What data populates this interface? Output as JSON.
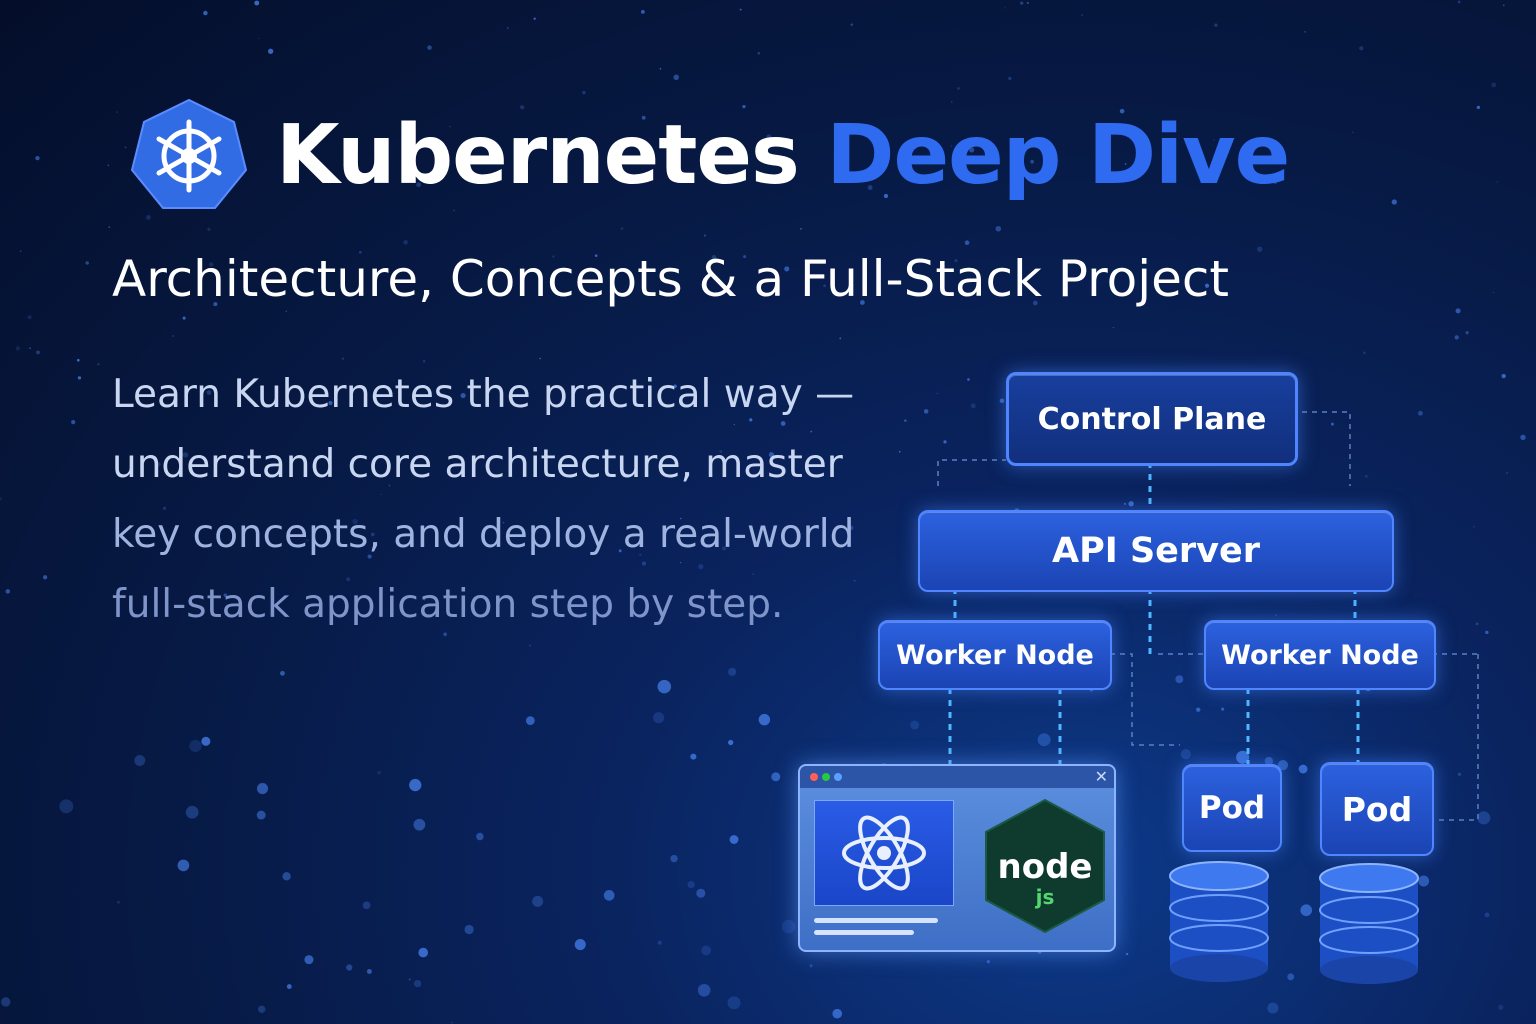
{
  "header": {
    "title_main": "Kubernetes",
    "title_accent": "Deep Dive",
    "subtitle": "Architecture, Concepts & a Full-Stack Project"
  },
  "description": {
    "lines": [
      "Learn Kubernetes the practical way —",
      "understand core architecture, master",
      "key concepts, and deploy a real-world",
      "full-stack application step by step."
    ]
  },
  "diagram": {
    "control_plane": "Control Plane",
    "api_server": "API Server",
    "worker_node_1": "Worker Node",
    "worker_node_2": "Worker Node",
    "pod_1": "Pod",
    "pod_2": "Pod",
    "node_logo_text": "node",
    "node_logo_sub": "js"
  },
  "icons": {
    "logo": "kubernetes-helm-icon",
    "react": "react-atom-icon",
    "node": "nodejs-hex-icon",
    "database": "database-cylinder-icon"
  },
  "colors": {
    "accent": "#2f6bf0",
    "background": "#071a45",
    "box": "#2c61df",
    "node_green": "#55d66f"
  }
}
